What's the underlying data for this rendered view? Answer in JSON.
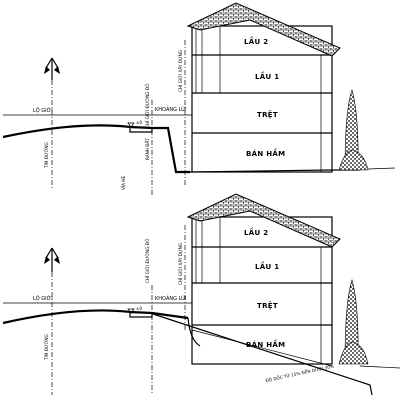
{
  "diagrams": [
    {
      "floors": {
        "lau2": "LẦU 2",
        "lau1": "LẦU 1",
        "tret": "TRỆT",
        "ban_ham": "BÁN HẦM"
      },
      "labels": {
        "lo_gioi": "LỘ GIỚI",
        "tim_duong": "TIM ĐƯỜNG",
        "chi_gioi_duong_do": "CHỈ GIỚI ĐƯỜNG ĐỎ",
        "chi_gioi_xay_dung": "CHỈ GIỚI XÂY DỰNG",
        "khoang_lui": "KHOẢNG LÙI",
        "via_he": "VỈA HÈ",
        "ranh_dat": "RANH ĐẤT",
        "height_mark": "±0"
      }
    },
    {
      "floors": {
        "lau2": "LẦU 2",
        "lau1": "LẦU 1",
        "tret": "TRỆT",
        "ban_ham": "BÁN HẦM"
      },
      "labels": {
        "lo_gioi": "LỘ GIỚI",
        "tim_duong": "TIM ĐƯỜNG",
        "chi_gioi_duong_do": "CHỈ GIỚI ĐƯỜNG ĐỎ",
        "chi_gioi_xay_dung": "CHỈ GIỚI XÂY DỰNG",
        "khoang_lui": "KHOẢNG LÙI",
        "height_mark": "±0",
        "slope": "ĐỘ DỐC TỪ 15% ĐẾN DƯỚI 30%"
      }
    }
  ]
}
